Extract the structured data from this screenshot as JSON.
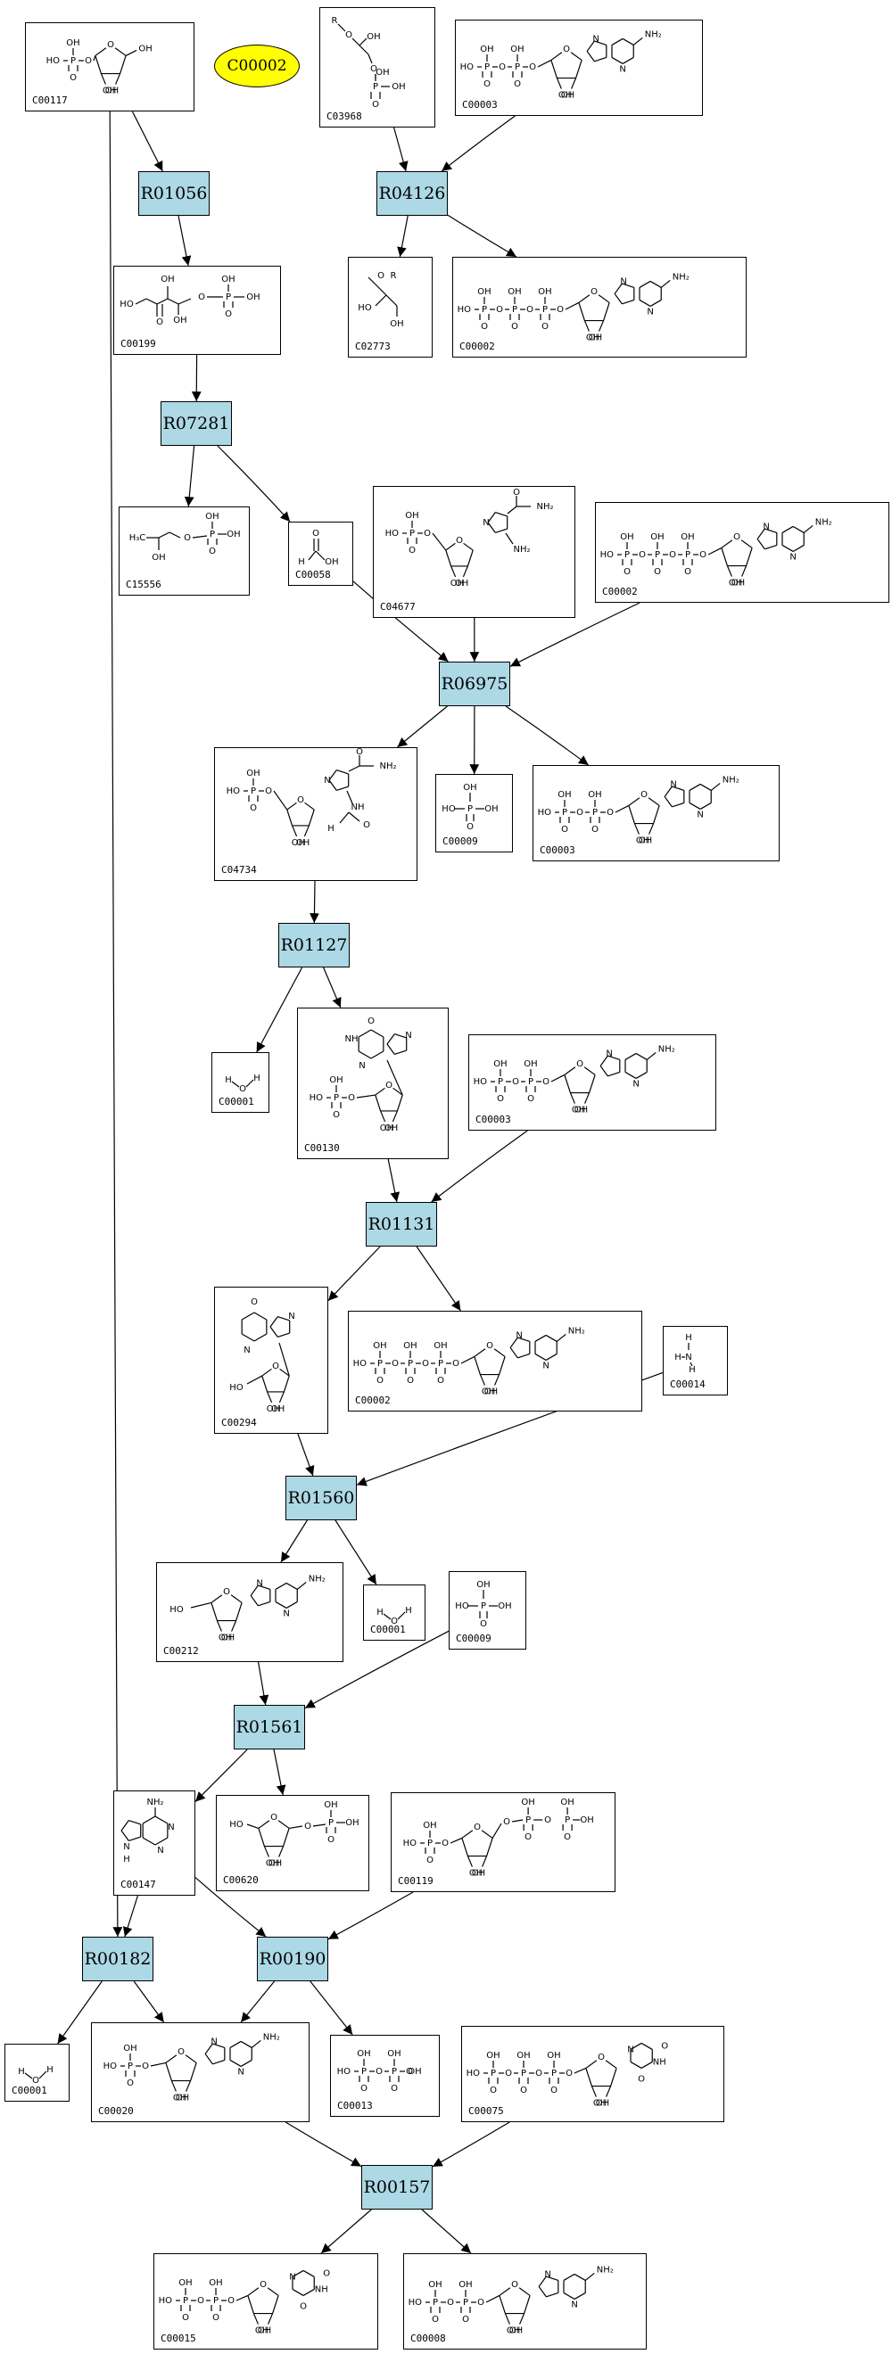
{
  "highlight": "C00002",
  "colors": {
    "reaction_fill": "#add8e6",
    "highlight_fill": "#ffff00",
    "edge": "#000000"
  },
  "compounds": [
    {
      "key": "c00117",
      "id": "C00117",
      "type": "ribose5p"
    },
    {
      "key": "c03968",
      "id": "C03968",
      "type": "acylglycerolP"
    },
    {
      "key": "c00003a",
      "id": "C00003",
      "type": "nad"
    },
    {
      "key": "c00199",
      "id": "C00199",
      "type": "ribulose5p"
    },
    {
      "key": "c02773",
      "id": "C02773",
      "type": "glycerol"
    },
    {
      "key": "c00002a",
      "id": "C00002",
      "type": "atp"
    },
    {
      "key": "c15556",
      "id": "C15556",
      "type": "hydroxyacetone"
    },
    {
      "key": "c00058",
      "id": "C00058",
      "type": "formate"
    },
    {
      "key": "c04677",
      "id": "C04677",
      "type": "aicar"
    },
    {
      "key": "c00002b",
      "id": "C00002",
      "type": "atp"
    },
    {
      "key": "c04734",
      "id": "C04734",
      "type": "faicar"
    },
    {
      "key": "c00009a",
      "id": "C00009",
      "type": "phosphate"
    },
    {
      "key": "c00003b",
      "id": "C00003",
      "type": "nad"
    },
    {
      "key": "c00001a",
      "id": "C00001",
      "type": "water"
    },
    {
      "key": "c00130",
      "id": "C00130",
      "type": "imp"
    },
    {
      "key": "c00003c",
      "id": "C00003",
      "type": "nad"
    },
    {
      "key": "c00294",
      "id": "C00294",
      "type": "inosine"
    },
    {
      "key": "c00002c",
      "id": "C00002",
      "type": "atp"
    },
    {
      "key": "c00014",
      "id": "C00014",
      "type": "ammonia"
    },
    {
      "key": "c00212",
      "id": "C00212",
      "type": "adenosine"
    },
    {
      "key": "c00001b",
      "id": "C00001",
      "type": "water"
    },
    {
      "key": "c00009b",
      "id": "C00009",
      "type": "phosphate"
    },
    {
      "key": "c00147",
      "id": "C00147",
      "type": "adenine"
    },
    {
      "key": "c00620",
      "id": "C00620",
      "type": "ribose1p"
    },
    {
      "key": "c00119",
      "id": "C00119",
      "type": "prpp"
    },
    {
      "key": "c00001c",
      "id": "C00001",
      "type": "water"
    },
    {
      "key": "c00020",
      "id": "C00020",
      "type": "amp"
    },
    {
      "key": "c00013",
      "id": "C00013",
      "type": "diphosphate"
    },
    {
      "key": "c00075",
      "id": "C00075",
      "type": "utp"
    },
    {
      "key": "c00015",
      "id": "C00015",
      "type": "udp"
    },
    {
      "key": "c00008",
      "id": "C00008",
      "type": "adp"
    }
  ],
  "reactions": [
    {
      "key": "r01056",
      "id": "R01056"
    },
    {
      "key": "r04126",
      "id": "R04126"
    },
    {
      "key": "r07281",
      "id": "R07281"
    },
    {
      "key": "r06975",
      "id": "R06975"
    },
    {
      "key": "r01127",
      "id": "R01127"
    },
    {
      "key": "r01131",
      "id": "R01131"
    },
    {
      "key": "r01560",
      "id": "R01560"
    },
    {
      "key": "r01561",
      "id": "R01561"
    },
    {
      "key": "r00182",
      "id": "R00182"
    },
    {
      "key": "r00190",
      "id": "R00190"
    },
    {
      "key": "r00157",
      "id": "R00157"
    }
  ],
  "edges": [
    [
      "c00117",
      "r01056"
    ],
    [
      "r01056",
      "c00199"
    ],
    [
      "c00117",
      "r00182"
    ],
    [
      "c03968",
      "r04126"
    ],
    [
      "c00003a",
      "r04126"
    ],
    [
      "r04126",
      "c02773"
    ],
    [
      "r04126",
      "c00002a"
    ],
    [
      "c00199",
      "r07281"
    ],
    [
      "r07281",
      "c15556"
    ],
    [
      "r07281",
      "c00058"
    ],
    [
      "c00058",
      "r06975"
    ],
    [
      "c04677",
      "r06975"
    ],
    [
      "c00002b",
      "r06975"
    ],
    [
      "r06975",
      "c04734"
    ],
    [
      "r06975",
      "c00009a"
    ],
    [
      "r06975",
      "c00003b"
    ],
    [
      "c04734",
      "r01127"
    ],
    [
      "r01127",
      "c00001a"
    ],
    [
      "r01127",
      "c00130"
    ],
    [
      "c00130",
      "r01131"
    ],
    [
      "c00003c",
      "r01131"
    ],
    [
      "r01131",
      "c00294"
    ],
    [
      "r01131",
      "c00002c"
    ],
    [
      "c00294",
      "r01560"
    ],
    [
      "c00014",
      "r01560"
    ],
    [
      "r01560",
      "c00212"
    ],
    [
      "r01560",
      "c00001b"
    ],
    [
      "c00212",
      "r01561"
    ],
    [
      "c00009b",
      "r01561"
    ],
    [
      "r01561",
      "c00147"
    ],
    [
      "r01561",
      "c00620"
    ],
    [
      "c00147",
      "r00182"
    ],
    [
      "c00147",
      "r00190"
    ],
    [
      "c00119",
      "r00190"
    ],
    [
      "r00182",
      "c00001c"
    ],
    [
      "r00182",
      "c00020"
    ],
    [
      "r00190",
      "c00020"
    ],
    [
      "r00190",
      "c00013"
    ],
    [
      "c00020",
      "r00157"
    ],
    [
      "c00075",
      "r00157"
    ],
    [
      "r00157",
      "c00015"
    ],
    [
      "r00157",
      "c00008"
    ]
  ],
  "atom_labels": {
    "OH": "OH",
    "HO": "HO",
    "O": "O",
    "P": "P",
    "N": "N",
    "NH": "NH",
    "NH2": "NH₂",
    "H": "H",
    "R": "R",
    "CH3": "H₃C",
    "OHm": "OH"
  }
}
